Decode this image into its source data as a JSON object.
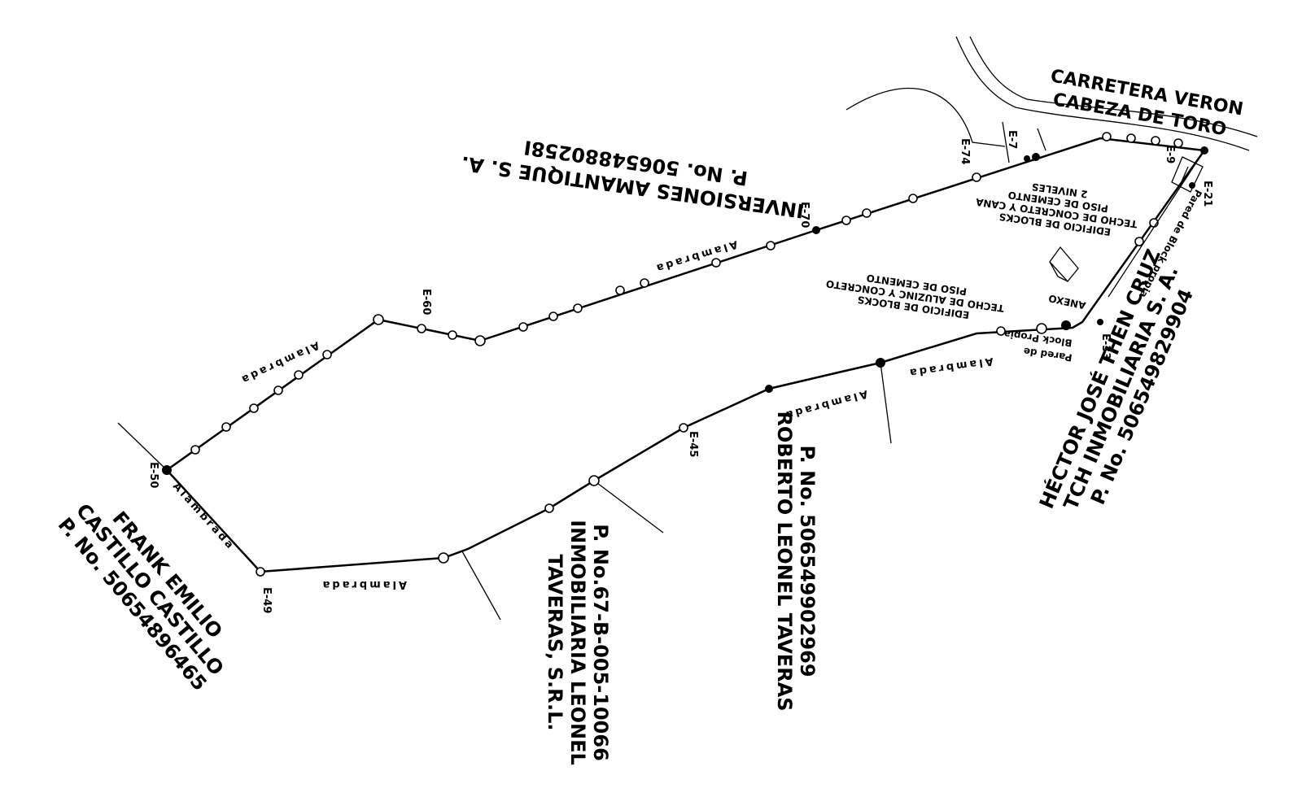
{
  "owners": {
    "north": {
      "line1": "INVERSIONES AMANTIQUE S. A.",
      "line2": "P. No. 50654880258I"
    },
    "east": {
      "line1": "HÉCTOR JOSÉ THEN CRUZ",
      "line2": "TCH INMOBILIARIA S. A.",
      "line3": "P. No. 506549829904"
    },
    "southeast": {
      "line1": "P. No. 506549902969",
      "line2": "ROBERTO LEONEL TAVERAS"
    },
    "south": {
      "line1": "P. No.67-B-005-10066",
      "line2": "INMOBILIARIA LEONEL",
      "line3": "TAVERAS, S.R.L."
    },
    "west": {
      "line1": "FRANK EMILIO",
      "line2": "CASTILLO CASTILLO",
      "line3": "P. No. 50654896465"
    }
  },
  "road": {
    "line1": "CARRETERA VERON",
    "line2": "CABEZA DE TORO"
  },
  "buildings": {
    "main": {
      "line1": "EDIFICIO DE BLOCKS",
      "line2": "TECHO DE CONCRETO Y CANA",
      "line3": "PISO DE CEMENTO",
      "line4": "2 NIVELES"
    },
    "secondary": {
      "line1": "EDIFICIO DE BLOCKS",
      "line2": "TECHO DE ALUZINC Y CONCRETO",
      "line3": "PISO DE CEMENTO"
    },
    "annex": "ANEXO"
  },
  "wall_labels": {
    "east_wall": "Pared de Block propia",
    "south_wall_1": "Pared de",
    "south_wall_2": "Block Propia"
  },
  "fence_label": "Alambrada",
  "stations": {
    "e50": "E-50",
    "e49": "E-49",
    "e45": "E-45",
    "e60": "E-60",
    "e70": "E-70",
    "e74": "E-74",
    "e7x": "E-7",
    "e9": "E-9",
    "e21": "E-21",
    "e33": "E-33"
  }
}
